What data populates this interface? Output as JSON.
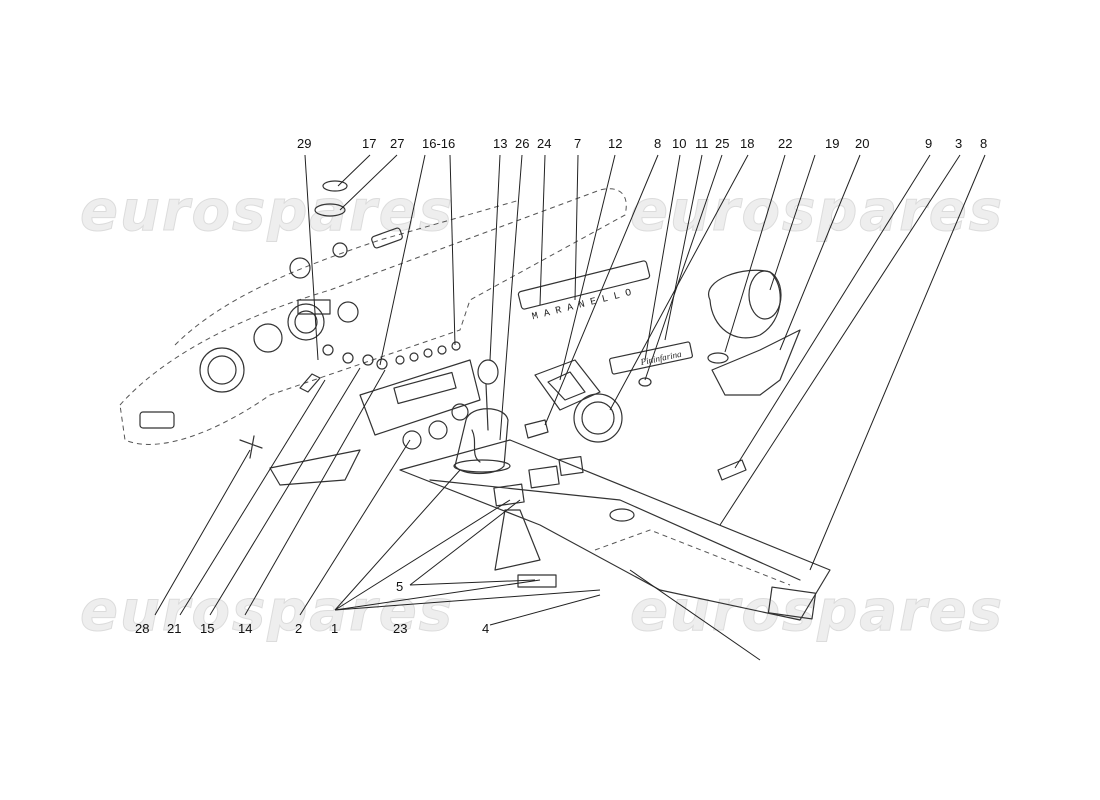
{
  "watermark": {
    "text": "eurospares",
    "color": "#e6e6e6"
  },
  "diagram": {
    "subject": "dashboard-and-center-console",
    "ink_color": "#222222",
    "callouts": [
      {
        "id": "c29a",
        "label": "29"
      },
      {
        "id": "c17",
        "label": "17"
      },
      {
        "id": "c27",
        "label": "27"
      },
      {
        "id": "c16",
        "label": "16-16"
      },
      {
        "id": "c13",
        "label": "13"
      },
      {
        "id": "c26",
        "label": "26"
      },
      {
        "id": "c24",
        "label": "24"
      },
      {
        "id": "c7",
        "label": "7"
      },
      {
        "id": "c12",
        "label": "12"
      },
      {
        "id": "c8a",
        "label": "8"
      },
      {
        "id": "c10",
        "label": "10"
      },
      {
        "id": "c11",
        "label": "11"
      },
      {
        "id": "c25",
        "label": "25"
      },
      {
        "id": "c18",
        "label": "18"
      },
      {
        "id": "c22",
        "label": "22"
      },
      {
        "id": "c19",
        "label": "19"
      },
      {
        "id": "c20",
        "label": "20"
      },
      {
        "id": "c9",
        "label": "9"
      },
      {
        "id": "c3",
        "label": "3"
      },
      {
        "id": "c8b",
        "label": "8"
      },
      {
        "id": "c5",
        "label": "5"
      },
      {
        "id": "c28",
        "label": "28"
      },
      {
        "id": "c21",
        "label": "21"
      },
      {
        "id": "c15",
        "label": "15"
      },
      {
        "id": "c14",
        "label": "14"
      },
      {
        "id": "c2",
        "label": "2"
      },
      {
        "id": "c1",
        "label": "1"
      },
      {
        "id": "c23",
        "label": "23"
      },
      {
        "id": "c4",
        "label": "4"
      }
    ],
    "badges": {
      "maranello_letters": "M A R A N E L L O",
      "pininfarina_script": "Pininfarina"
    }
  }
}
